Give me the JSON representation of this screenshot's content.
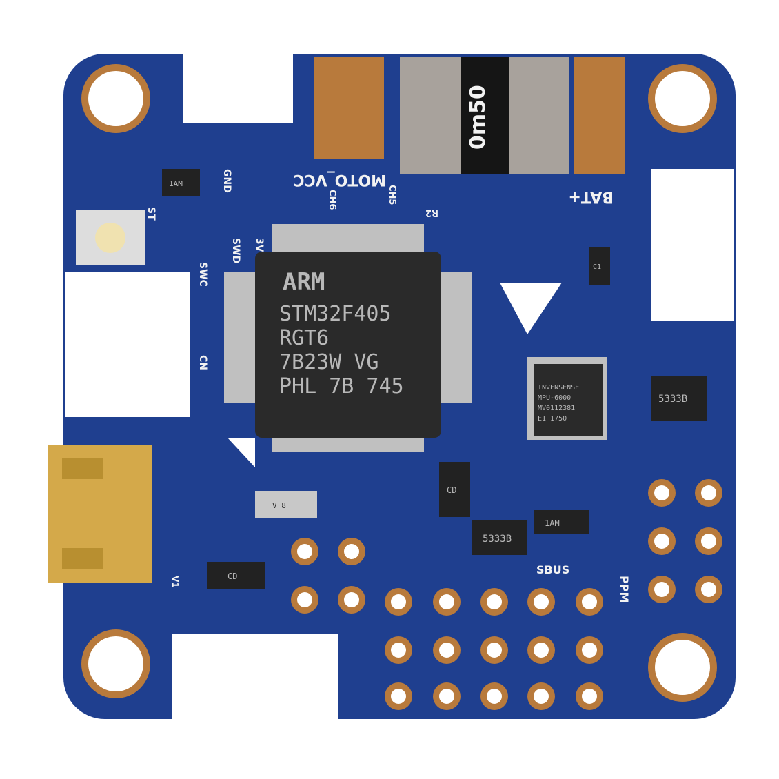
{
  "board": {
    "colors": {
      "pcb": "#1f3f8f",
      "pad": "#b87a3c",
      "silk": "#f2f2f2",
      "chip": "#2a2a2a"
    },
    "shunt_label": "0m50",
    "labels": {
      "moto_vcc": "MOTO_VCC",
      "bat": "BAT+",
      "gnd": "GND",
      "v3": "3V",
      "swd": "SWD",
      "swc": "SWC",
      "st": "ST",
      "ch6": "CH6",
      "ch5": "CH5",
      "r2": "R2",
      "sbus": "SBUS",
      "ppm": "PPM",
      "v1": "V1",
      "cn": "CN"
    },
    "mcu": {
      "brand": "ARM",
      "lines": [
        "STM32F405",
        "RGT6",
        "7B23W VG",
        "PHL 7B 745"
      ]
    },
    "imu": {
      "lines": [
        "INVENSENSE",
        "MPU-6000",
        "MV0112381",
        "E1 1750"
      ]
    },
    "regulators": [
      "5333B",
      "5333B"
    ],
    "small_parts": [
      "1AM",
      "1AM",
      "CD",
      "CD",
      "C1",
      "V 8"
    ]
  }
}
